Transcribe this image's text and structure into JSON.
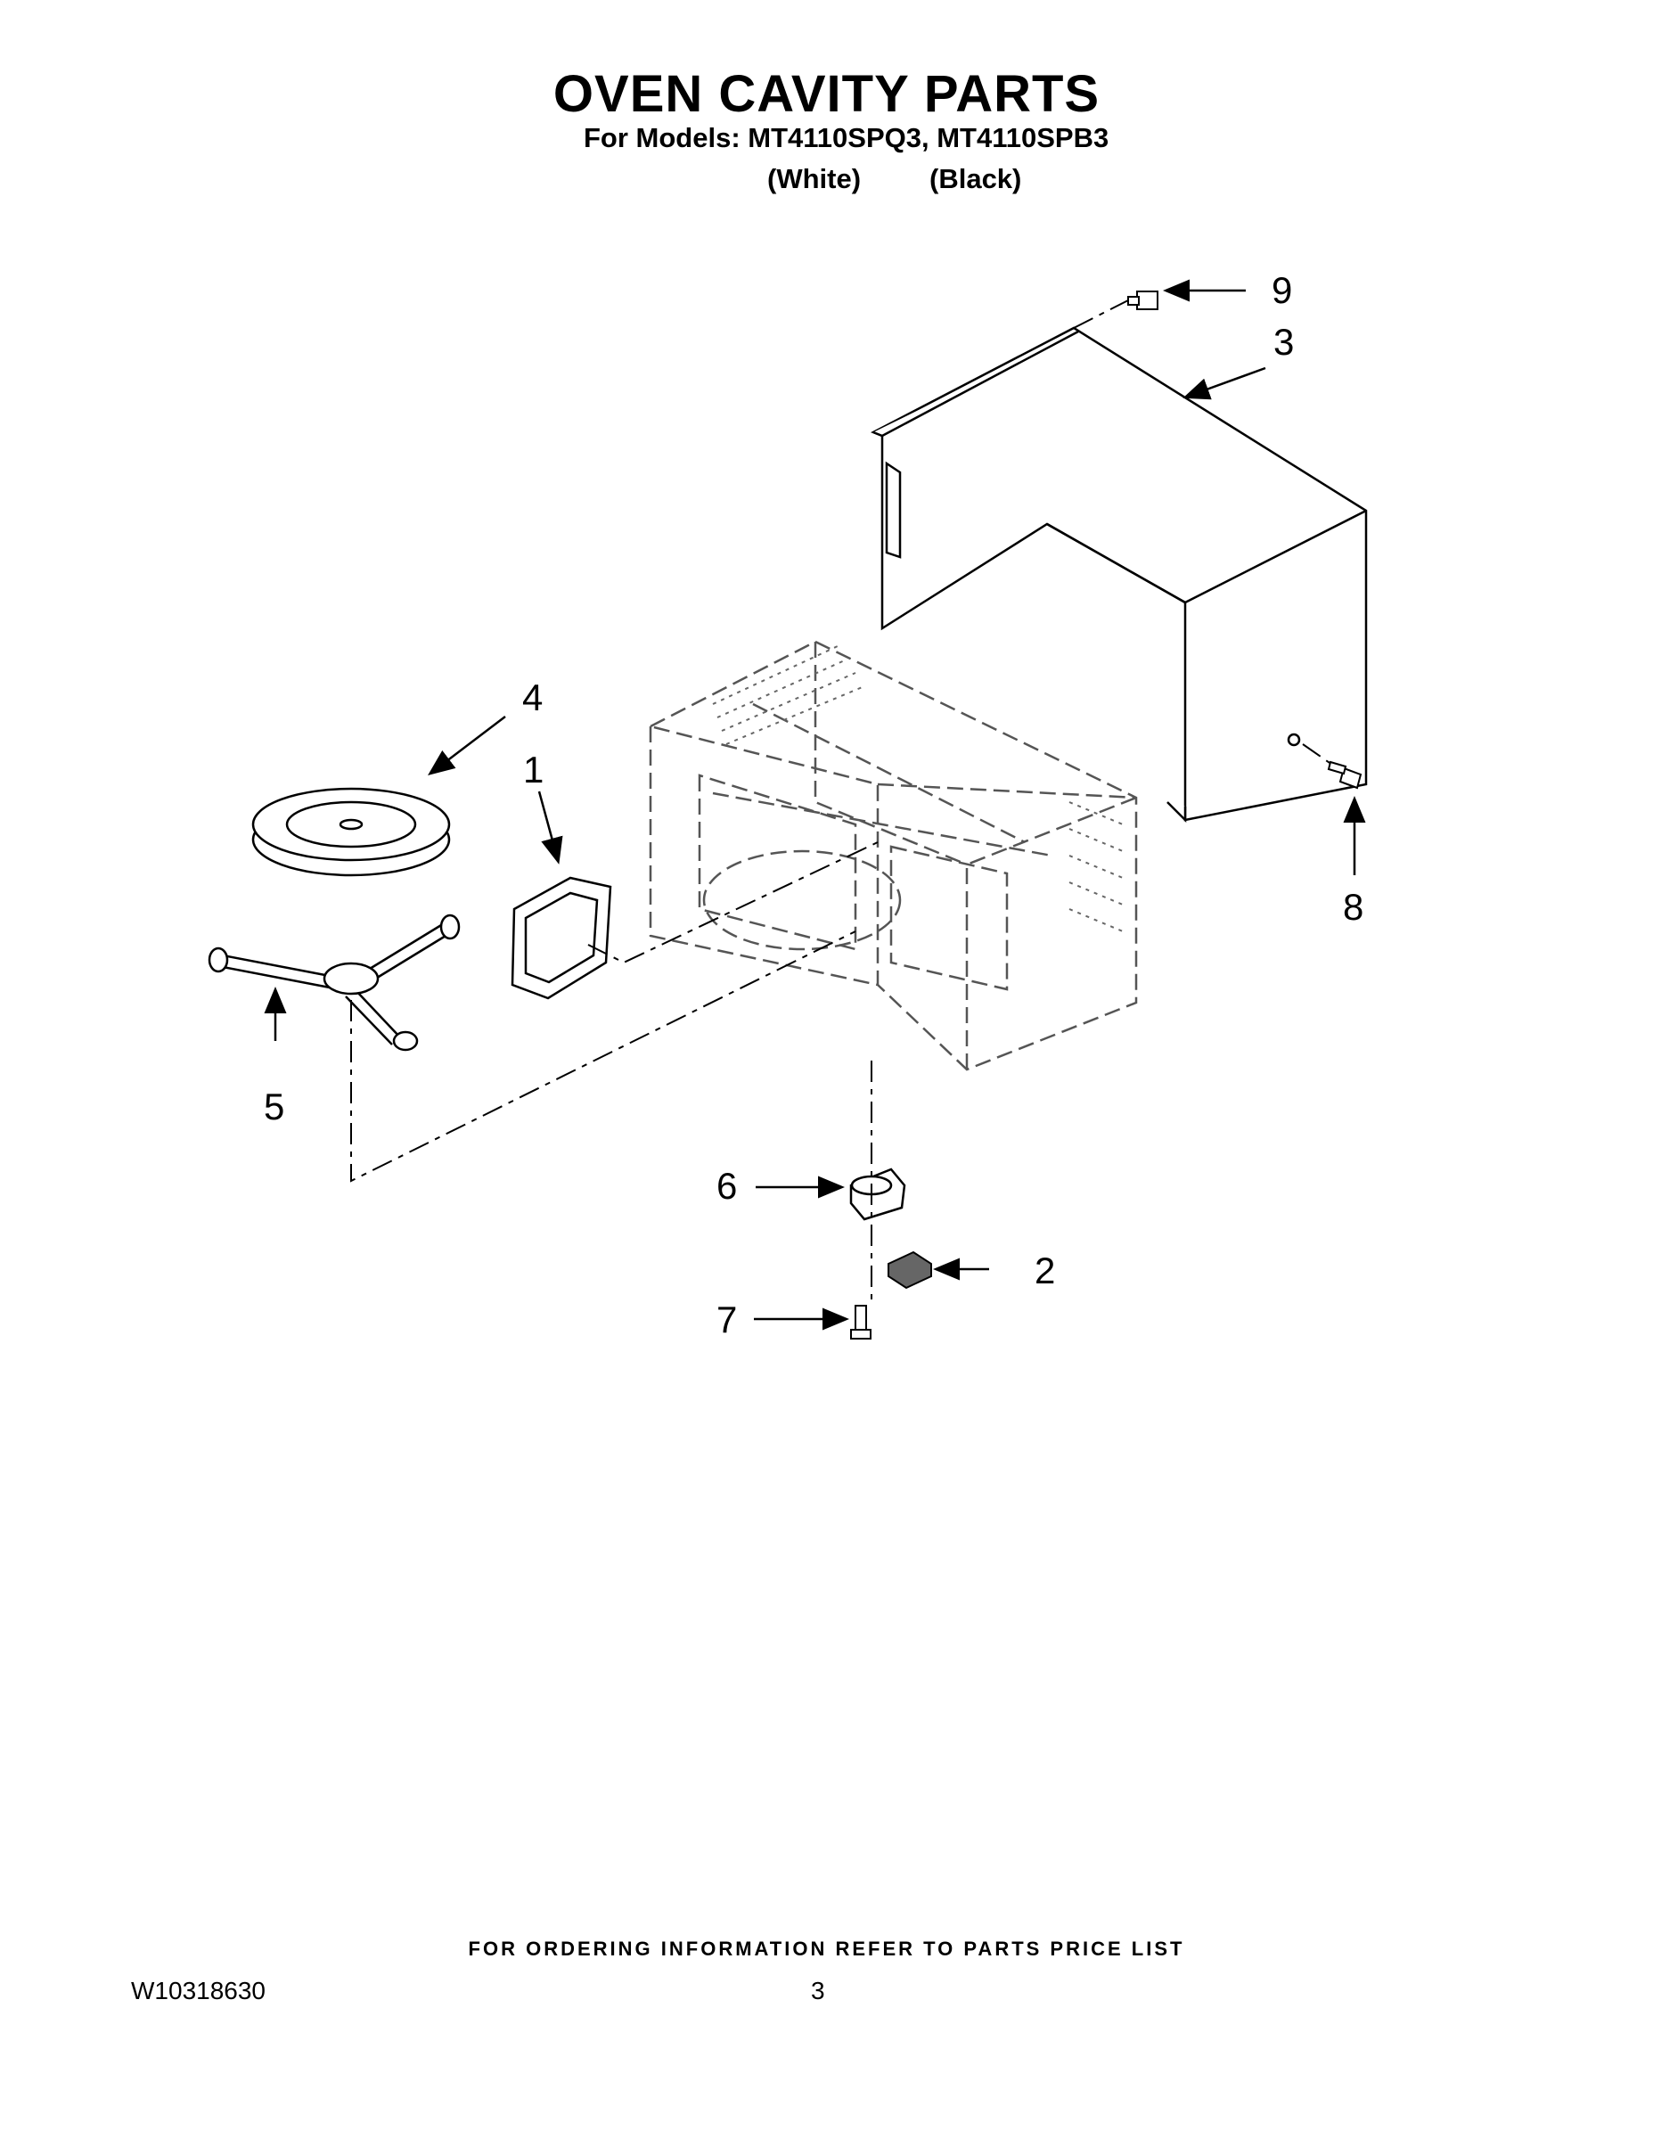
{
  "header": {
    "title": "OVEN CAVITY PARTS",
    "models_line": "For Models: MT4110SPQ3, MT4110SPB3",
    "variant_white": "(White)",
    "variant_black": "(Black)"
  },
  "diagram": {
    "callouts": [
      {
        "id": "1",
        "part": "waveguide-cover-gasket"
      },
      {
        "id": "2",
        "part": "motor-cover"
      },
      {
        "id": "3",
        "part": "outer-wrapper"
      },
      {
        "id": "4",
        "part": "turntable-tray"
      },
      {
        "id": "5",
        "part": "turntable-support"
      },
      {
        "id": "6",
        "part": "turntable-motor"
      },
      {
        "id": "7",
        "part": "motor-screw"
      },
      {
        "id": "8",
        "part": "wrapper-side-screw"
      },
      {
        "id": "9",
        "part": "wrapper-rear-screw"
      }
    ]
  },
  "footer": {
    "ordering_note": "FOR ORDERING INFORMATION REFER TO PARTS PRICE LIST",
    "doc_number": "W10318630",
    "page_number": "3"
  }
}
